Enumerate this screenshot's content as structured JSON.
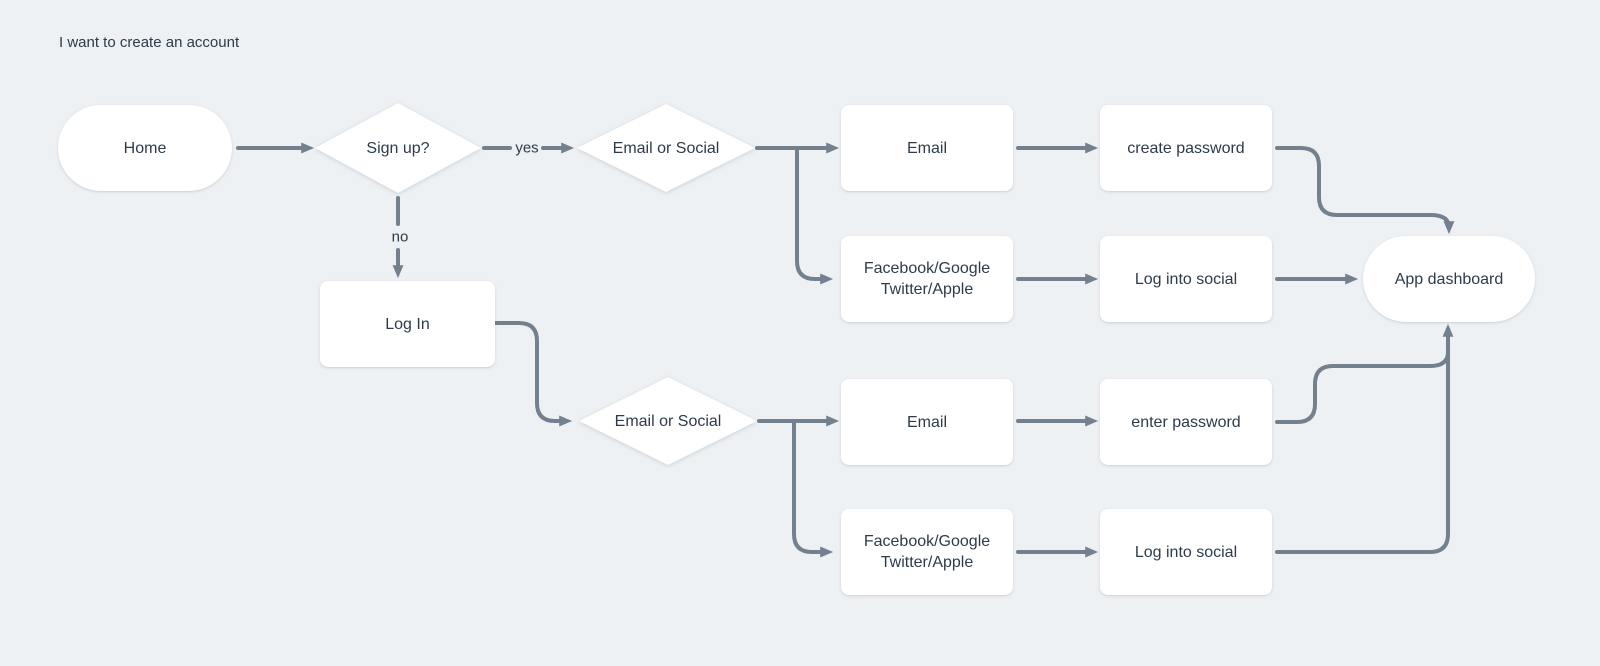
{
  "title": "I want to create an account",
  "colors": {
    "background": "#edf1f4",
    "node_fill": "#ffffff",
    "text": "#2d3b4a",
    "connector": "#73808e"
  },
  "edge_labels": {
    "yes": "yes",
    "no": "no"
  },
  "nodes": {
    "home": {
      "label": "Home",
      "type": "terminal"
    },
    "sign_up": {
      "label": "Sign up?",
      "type": "decision"
    },
    "email_or_social_1": {
      "label": "Email or Social",
      "type": "decision"
    },
    "email_1": {
      "label": "Email",
      "type": "process"
    },
    "create_password": {
      "label": "create password",
      "type": "process"
    },
    "facebook_1": {
      "label": "Facebook/Google\nTwitter/Apple",
      "type": "process"
    },
    "log_into_social_1": {
      "label": "Log into social",
      "type": "process"
    },
    "app_dashboard": {
      "label": "App dashboard",
      "type": "terminal"
    },
    "log_in": {
      "label": "Log In",
      "type": "process"
    },
    "email_or_social_2": {
      "label": "Email or Social",
      "type": "decision"
    },
    "email_2": {
      "label": "Email",
      "type": "process"
    },
    "enter_password": {
      "label": "enter password",
      "type": "process"
    },
    "facebook_2": {
      "label": "Facebook/Google\nTwitter/Apple",
      "type": "process"
    },
    "log_into_social_2": {
      "label": "Log into social",
      "type": "process"
    }
  },
  "edges": [
    {
      "from": "home",
      "to": "sign_up",
      "label": ""
    },
    {
      "from": "sign_up",
      "to": "email_or_social_1",
      "label": "yes"
    },
    {
      "from": "sign_up",
      "to": "log_in",
      "label": "no"
    },
    {
      "from": "email_or_social_1",
      "to": "email_1",
      "label": ""
    },
    {
      "from": "email_or_social_1",
      "to": "facebook_1",
      "label": ""
    },
    {
      "from": "email_1",
      "to": "create_password",
      "label": ""
    },
    {
      "from": "create_password",
      "to": "app_dashboard",
      "label": ""
    },
    {
      "from": "facebook_1",
      "to": "log_into_social_1",
      "label": ""
    },
    {
      "from": "log_into_social_1",
      "to": "app_dashboard",
      "label": ""
    },
    {
      "from": "log_in",
      "to": "email_or_social_2",
      "label": ""
    },
    {
      "from": "email_or_social_2",
      "to": "email_2",
      "label": ""
    },
    {
      "from": "email_or_social_2",
      "to": "facebook_2",
      "label": ""
    },
    {
      "from": "email_2",
      "to": "enter_password",
      "label": ""
    },
    {
      "from": "enter_password",
      "to": "app_dashboard",
      "label": ""
    },
    {
      "from": "facebook_2",
      "to": "log_into_social_2",
      "label": ""
    },
    {
      "from": "log_into_social_2",
      "to": "app_dashboard",
      "label": ""
    }
  ]
}
